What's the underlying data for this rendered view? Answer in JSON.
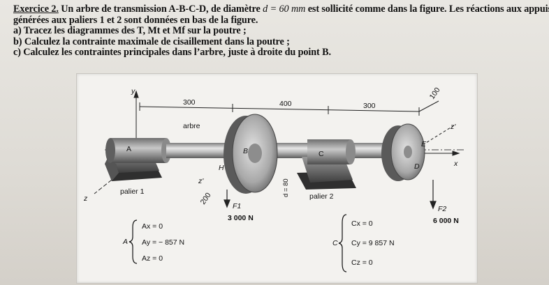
{
  "exercise": {
    "title": "Exercice 2.",
    "intro_before_math": " Un arbre de transmission A-B-C-D, de diamètre ",
    "math_d": "d",
    "math_eq": " = 60 ",
    "math_unit": "mm",
    "intro_after_math": " est sollicité comme dans la figure. Les réactions aux appuis",
    "intro_line2": "générées aux paliers 1 et 2 sont données en bas de la figure.",
    "question_a": "a) Tracez les diagrammes des T, Mt et Mf sur la poutre ;",
    "question_b": "b) Calculez la contrainte maximale de cisaillement dans la poutre ;",
    "question_c": "c) Calculez les contraintes principales dans l’arbre, juste à droite du point B."
  },
  "figure": {
    "dims": [
      "300",
      "400",
      "300",
      "100",
      "200"
    ],
    "labels": {
      "arbre": "arbre",
      "palier1": "palier 1",
      "palier2": "palier 2",
      "A": "A",
      "B": "B",
      "C": "C",
      "D": "D",
      "E": "E",
      "H": "H",
      "x": "x",
      "y": "y",
      "z": "z",
      "zprime": "z'",
      "diam": "d = 80"
    },
    "forces": {
      "F1_label": "F1",
      "F1_value": "3 000 N",
      "F2_label": "F2",
      "F2_value": "6 000 N"
    },
    "reactions": {
      "A_vec": "A",
      "Ax": "Ax = 0",
      "Ay": "Ay = − 857 N",
      "Az": "Az = 0",
      "C_vec": "C",
      "Cx": "Cx = 0",
      "Cy": "Cy = 9 857 N",
      "Cz": "Cz = 0"
    }
  }
}
